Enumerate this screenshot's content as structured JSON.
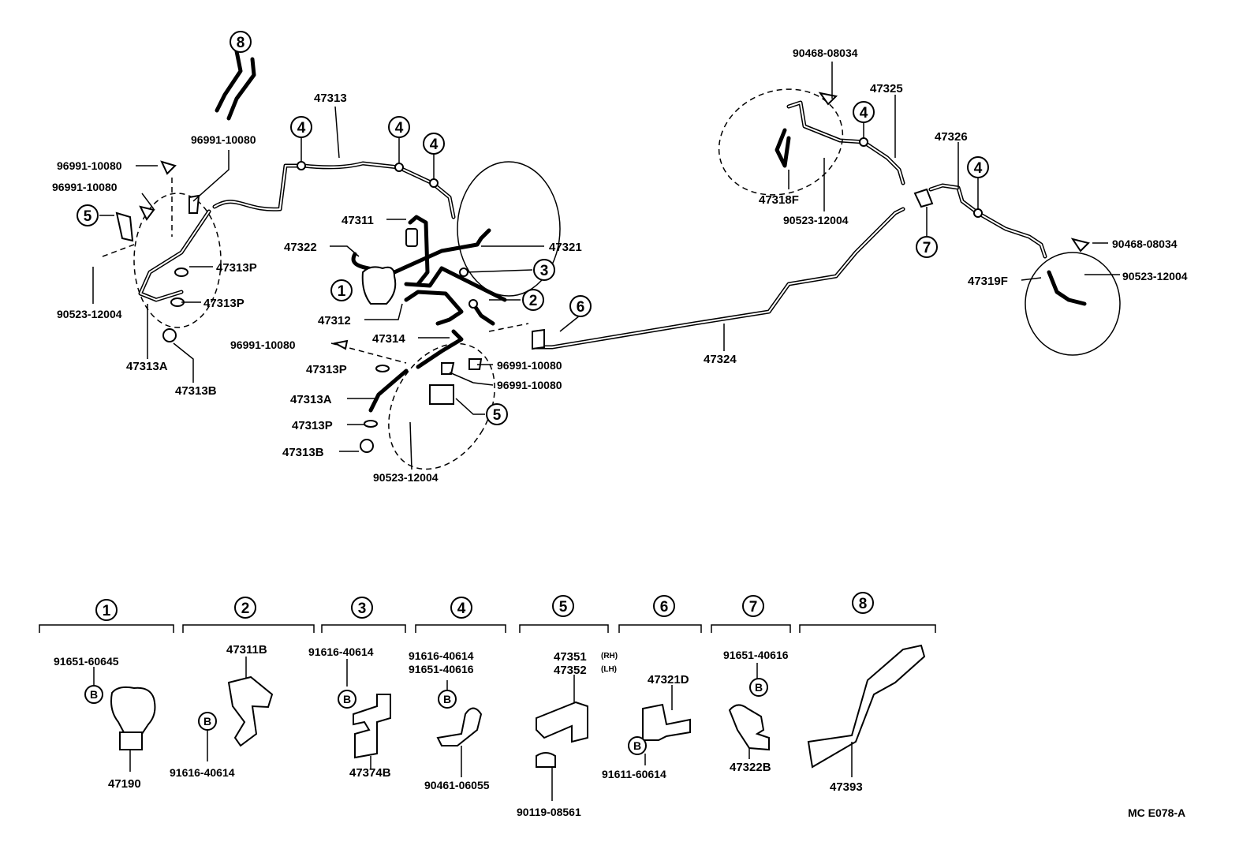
{
  "diagram": {
    "code": "MC  E078-A",
    "groups": [
      "1",
      "2",
      "3",
      "4",
      "5",
      "6",
      "7",
      "8"
    ],
    "circle_b": "B",
    "labels": {
      "p47313": "47313",
      "p96991_top": "96991-10080",
      "p96991_a": "96991-10080",
      "p96991_b": "96991-10080",
      "p47313P_a": "47313P",
      "p47313P_b": "47313P",
      "p90523_left": "90523-12004",
      "p47313A_left": "47313A",
      "p47313B_left": "47313B",
      "p47311": "47311",
      "p47322": "47322",
      "p47321": "47321",
      "p47312": "47312",
      "p47314": "47314",
      "p96991_c": "96991-10080",
      "p47313P_c": "47313P",
      "p96991_d": "96991-10080",
      "p96991_e": "96991-10080",
      "p47313A_mid": "47313A",
      "p47313P_d": "47313P",
      "p47313B_mid": "47313B",
      "p90523_mid": "90523-12004",
      "p47324": "47324",
      "p90468_top": "90468-08034",
      "p47325": "47325",
      "p47318F": "47318F",
      "p90523_rc": "90523-12004",
      "p47326": "47326",
      "p90468_r": "90468-08034",
      "p47319F": "47319F",
      "p90523_r": "90523-12004",
      "g1_a": "91651-60645",
      "g1_b": "47190",
      "g2_a": "47311B",
      "g2_b": "91616-40614",
      "g3_a": "91616-40614",
      "g3_b": "47374B",
      "g4_a": "91616-40614",
      "g4_b": "91651-40616",
      "g4_c": "90461-06055",
      "g5_a": "47351",
      "g5_a_tag": "(RH)",
      "g5_b": "47352",
      "g5_b_tag": "(LH)",
      "g5_c": "90119-08561",
      "g6_a": "47321D",
      "g6_b": "91611-60614",
      "g7_a": "91651-40616",
      "g7_b": "47322B",
      "g8_a": "47393"
    }
  }
}
